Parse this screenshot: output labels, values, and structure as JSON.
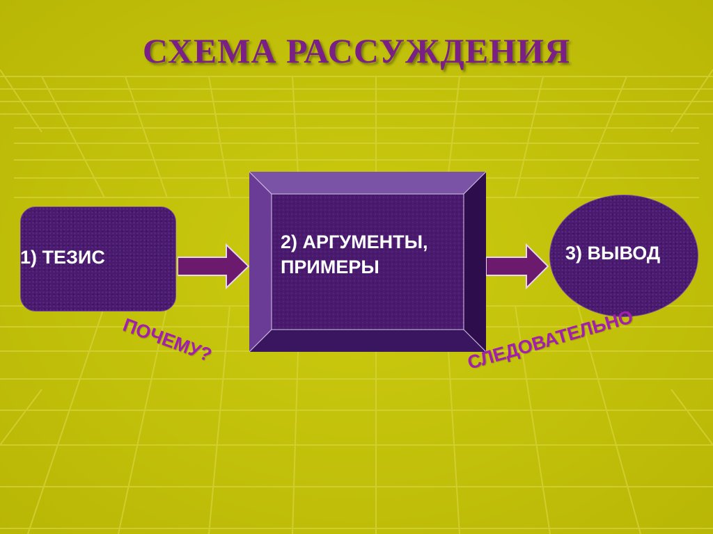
{
  "slide": {
    "title": "СХЕМА РАССУЖДЕНИЯ"
  },
  "diagram": {
    "nodes": [
      {
        "id": "thesis",
        "label": "1) ТЕЗИС",
        "shape": "rounded-rectangle"
      },
      {
        "id": "arguments",
        "label_line1": "2) АРГУМЕНТЫ,",
        "label_line2": "ПРИМЕРЫ",
        "shape": "beveled-rectangle"
      },
      {
        "id": "conclusion",
        "label": "3) ВЫВОД",
        "shape": "ellipse"
      }
    ],
    "connectors": [
      {
        "from": "thesis",
        "to": "arguments",
        "label": "ПОЧЕМУ?"
      },
      {
        "from": "arguments",
        "to": "conclusion",
        "label": "СЛЕДОВАТЕЛЬНО"
      }
    ]
  },
  "colors": {
    "background": "#c6c409",
    "title": "#7a1f86",
    "node_fill": "#4a1a6e",
    "node_text": "#ffffff",
    "arrow_fill": "#6b1a6e",
    "connector_text": "#a21fae"
  }
}
